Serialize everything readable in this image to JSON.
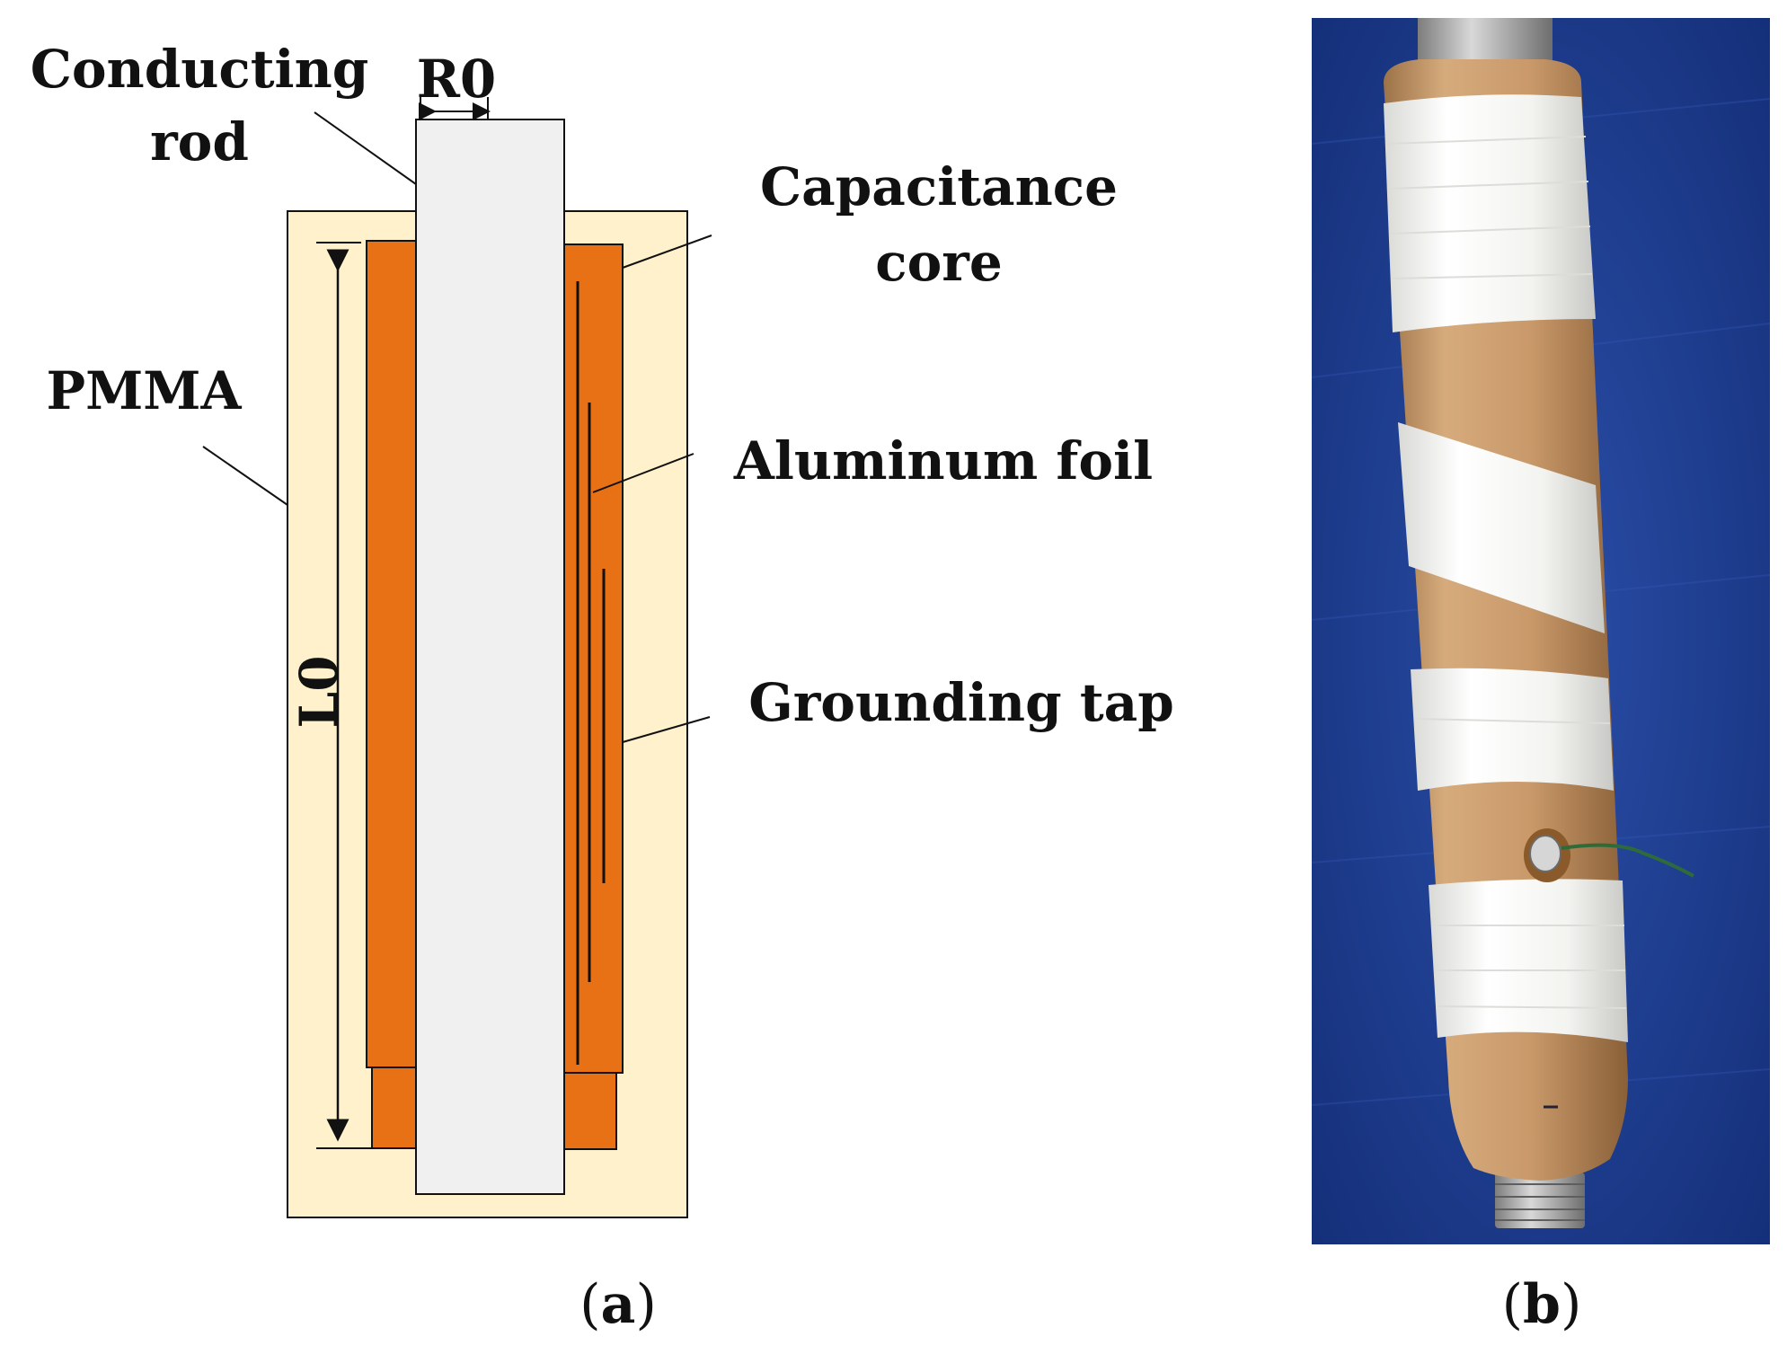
{
  "panel_a": {
    "labels": {
      "conducting_rod_line1": "Conducting",
      "conducting_rod_line2": "rod",
      "r0": "R0",
      "capacitance_core_line1": "Capacitance",
      "capacitance_core_line2": "core",
      "pmma": "PMMA",
      "aluminum_foil": "Aluminum foil",
      "grounding_tap": "Grounding tap",
      "l0": "L0"
    },
    "caption": {
      "open": "(",
      "letter": "a",
      "close": ")"
    },
    "colors": {
      "pmma_fill": "#fef1cc",
      "core_fill": "#e87015",
      "rod_fill": "#f0f0f0",
      "line": "#111111"
    }
  },
  "panel_b": {
    "caption": {
      "open": "(",
      "letter": "b",
      "close": ")"
    },
    "colors": {
      "background": "#1e3a8a",
      "paper_tube": "#c49a6c",
      "tape": "#f2f2f0",
      "metal": "#a8a8a8"
    }
  }
}
